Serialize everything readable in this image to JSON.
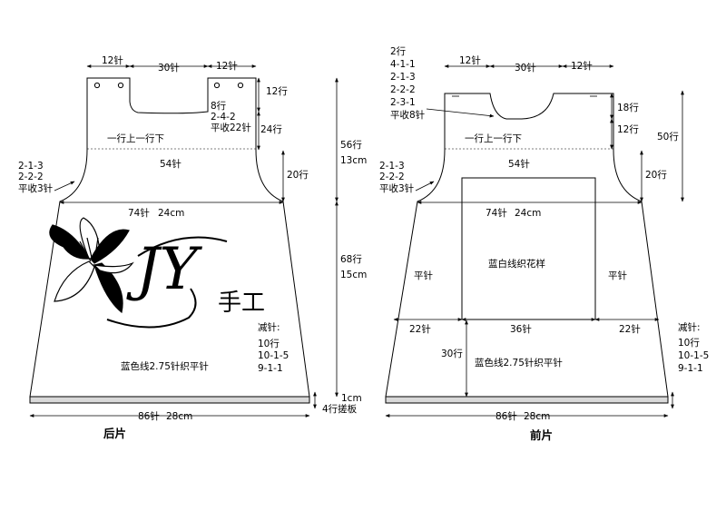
{
  "back": {
    "caption": "后片",
    "dim_12_left": "12针",
    "dim_30": "30针",
    "dim_12_right": "12针",
    "dim_12rows": "12行",
    "neck_rows": [
      "8行",
      "2-4-2",
      "平收22针"
    ],
    "dim_24rows": "24行",
    "row_line": "一行上一行下",
    "dim_54": "54针",
    "armhole_dec": [
      "2-1-3",
      "2-2-2",
      "平收3针"
    ],
    "dim_20rows": "20行",
    "dim_56rows": "56行",
    "dim_13cm": "13cm",
    "width_74": "74针",
    "width_24cm": "24cm",
    "dim_68rows": "68行",
    "dim_15cm": "15cm",
    "dec_label": "减针:",
    "dec_steps": [
      "10行",
      "10-1-5",
      "9-1-1"
    ],
    "yarn_note": "蓝色线2.75针织平针",
    "dim_1cm": "1cm",
    "band_rows": "4行搓板",
    "bottom_86": "86针",
    "bottom_28cm": "28cm",
    "logo_script": "JY",
    "logo_text": "手工"
  },
  "front": {
    "caption": "前片",
    "neck_notes": [
      "2行",
      "4-1-1",
      "2-1-3",
      "2-2-2",
      "2-3-1",
      "平收8针"
    ],
    "dim_12_left": "12针",
    "dim_30": "30针",
    "dim_12_right": "12针",
    "dim_18rows": "18行",
    "dim_12rows": "12行",
    "dim_50rows": "50行",
    "row_line": "一行上一行下",
    "dim_54": "54针",
    "armhole_dec": [
      "2-1-3",
      "2-2-2",
      "平收3针"
    ],
    "dim_20rows": "20行",
    "width_74": "74针",
    "width_24cm": "24cm",
    "pattern_label": "蓝白线织花样",
    "plain_left": "平针",
    "plain_right": "平针",
    "dim_22_left": "22针",
    "dim_36": "36针",
    "dim_22_right": "22针",
    "dim_30rows": "30行",
    "dec_label": "减针:",
    "dec_steps": [
      "10行",
      "10-1-5",
      "9-1-1"
    ],
    "yarn_note": "蓝色线2.75针织平针",
    "bottom_86": "86针",
    "bottom_28cm": "28cm"
  }
}
